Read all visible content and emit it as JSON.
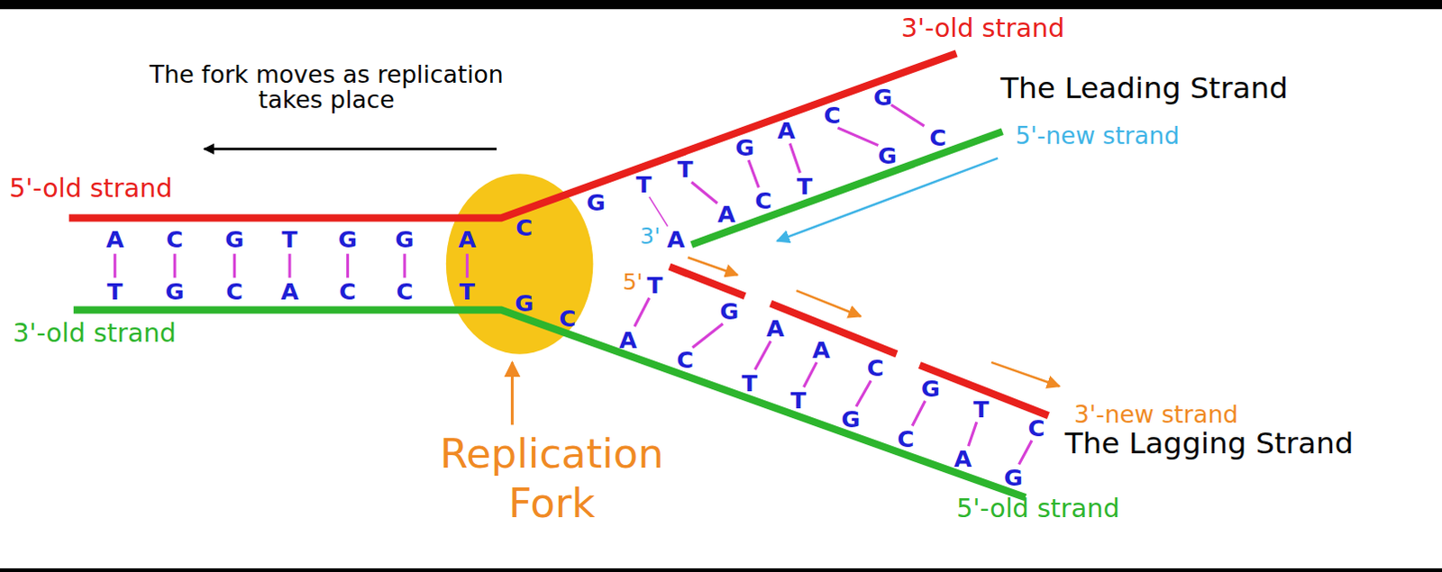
{
  "diagram": {
    "labels": [
      "The fork moves as replication takes place",
      "3'-old strand",
      "The Leading Strand",
      "5'-new strand",
      "5'-old strand",
      "A",
      "C",
      "G",
      "T",
      "G",
      "G",
      "A",
      "T",
      "G",
      "C",
      "A",
      "C",
      "C",
      "T",
      "3'-old strand",
      "C",
      "G",
      "T",
      "T",
      "G",
      "A",
      "C",
      "G",
      "3'",
      "A",
      "A",
      "C",
      "T",
      "G",
      "C",
      "5'",
      "T",
      "G",
      "A",
      "A",
      "C",
      "G",
      "T",
      "C",
      "G",
      "C",
      "A",
      "C",
      "T",
      "T",
      "G",
      "C",
      "A",
      "G",
      "Replication Fork",
      "3'-new strand",
      "The Lagging Strand",
      "5'-old strand"
    ]
  }
}
